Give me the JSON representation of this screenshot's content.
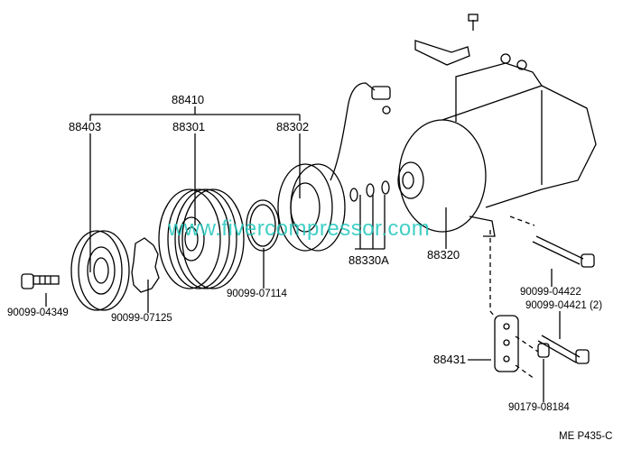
{
  "title": "Compressor and magnetic clutch parts diagram",
  "labels": {
    "assembly": "88410",
    "pressure_plate": "88403",
    "pulley": "88301",
    "stator": "88302",
    "shims": "88330A",
    "compressor": "88320",
    "bolt_04422": "90099-04422",
    "bolt_04421": "90099-04421 (2)",
    "bracket": "88431",
    "nut": "90179-08184",
    "bolt_04349": "90099-04349",
    "snap_ring_07125": "90099-07125",
    "snap_ring_07114": "90099-07114",
    "figure_code": "ME P435-C"
  },
  "watermark": "www.fivercompressor.com"
}
